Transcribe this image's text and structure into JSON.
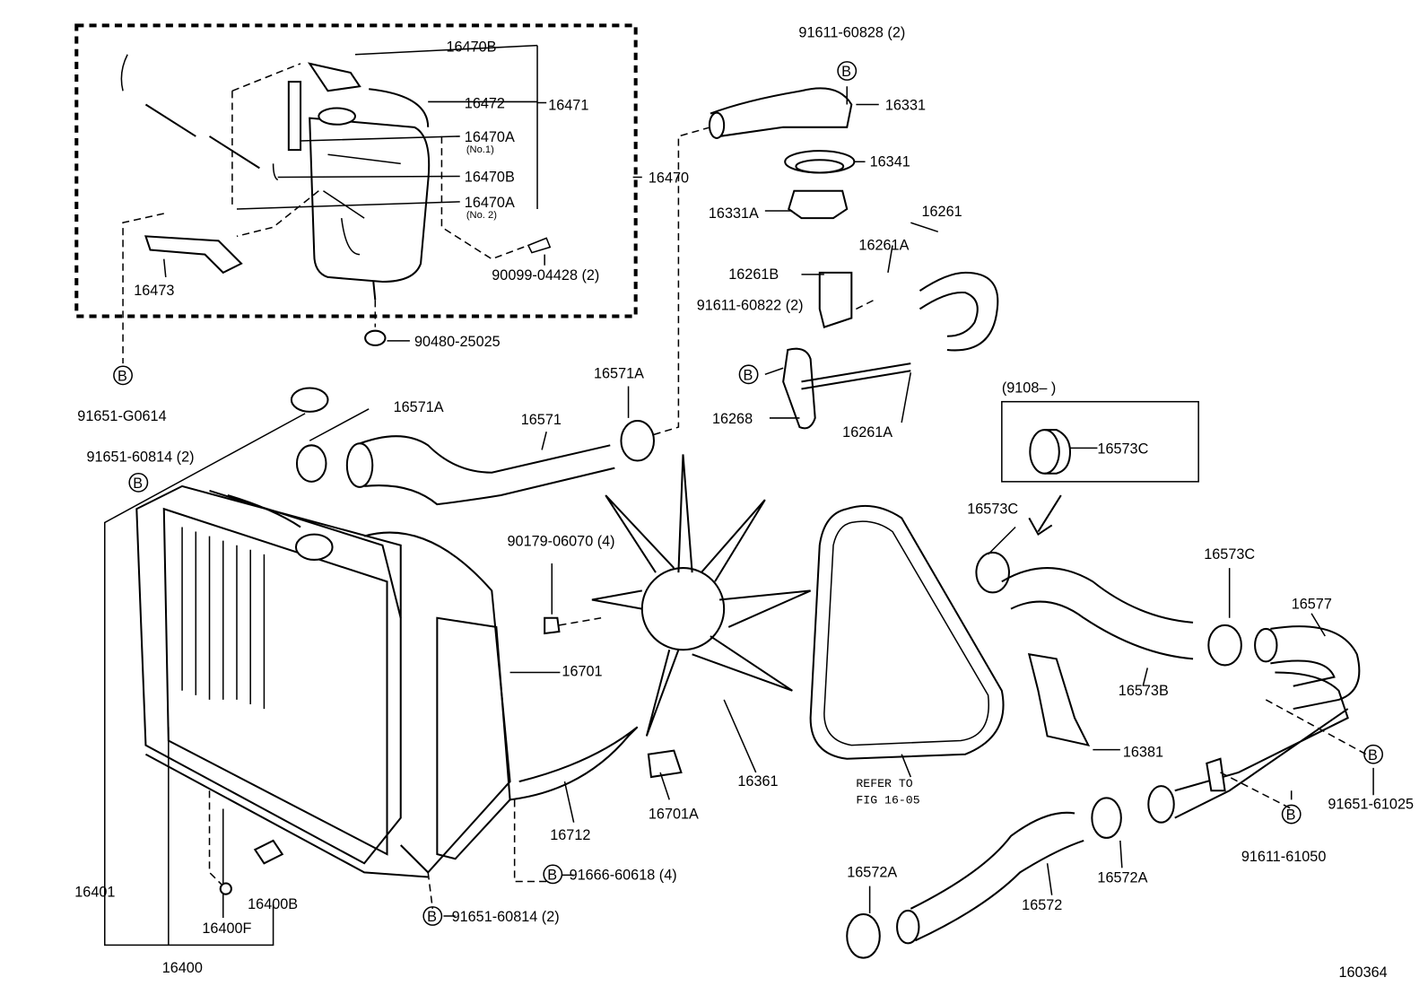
{
  "figure_number": "160364",
  "bolt_marker": "B",
  "inset": {
    "title": "(9108–        )",
    "part": "16573C"
  },
  "note": {
    "line1": "REFER TO",
    "line2": "FIG 16-05"
  },
  "labels": {
    "p16470B_top": "16470B",
    "p16472": "16472",
    "p16471": "16471",
    "p16470A_1": "16470A",
    "p16470A_1_note": "(No.1)",
    "p16470B_mid": "16470B",
    "p16470A_2": "16470A",
    "p16470A_2_note": "(No. 2)",
    "p16470": "16470",
    "p16473": "16473",
    "p90099": "90099-04428 (2)",
    "p90480": "90480-25025",
    "p91651_G0614": "91651-G0614",
    "p91611_60828": "91611-60828 (2)",
    "p16331": "16331",
    "p16341": "16341",
    "p16331A": "16331A",
    "p16261": "16261",
    "p16261A_top": "16261A",
    "p16261B": "16261B",
    "p91611_60822": "91611-60822 (2)",
    "p16268": "16268",
    "p16261A_bot": "16261A",
    "p16571A_right": "16571A",
    "p16571A_left": "16571A",
    "p16571": "16571",
    "p91651_60814_top": "91651-60814 (2)",
    "p16573C_a": "16573C",
    "p16573C_b": "16573C",
    "p16577": "16577",
    "p90179": "90179-06070 (4)",
    "p16701": "16701",
    "p16573B": "16573B",
    "p16381": "16381",
    "p91651_61025": "91651-61025",
    "p91611_61050": "91611-61050",
    "p16361": "16361",
    "p16701A": "16701A",
    "p16712": "16712",
    "p91666": "91666-60618 (4)",
    "p16572A_left": "16572A",
    "p16572A_right": "16572A",
    "p16572": "16572",
    "p16401": "16401",
    "p16400B": "16400B",
    "p16400F": "16400F",
    "p91651_60814_bot": "91651-60814 (2)",
    "p16400": "16400"
  }
}
